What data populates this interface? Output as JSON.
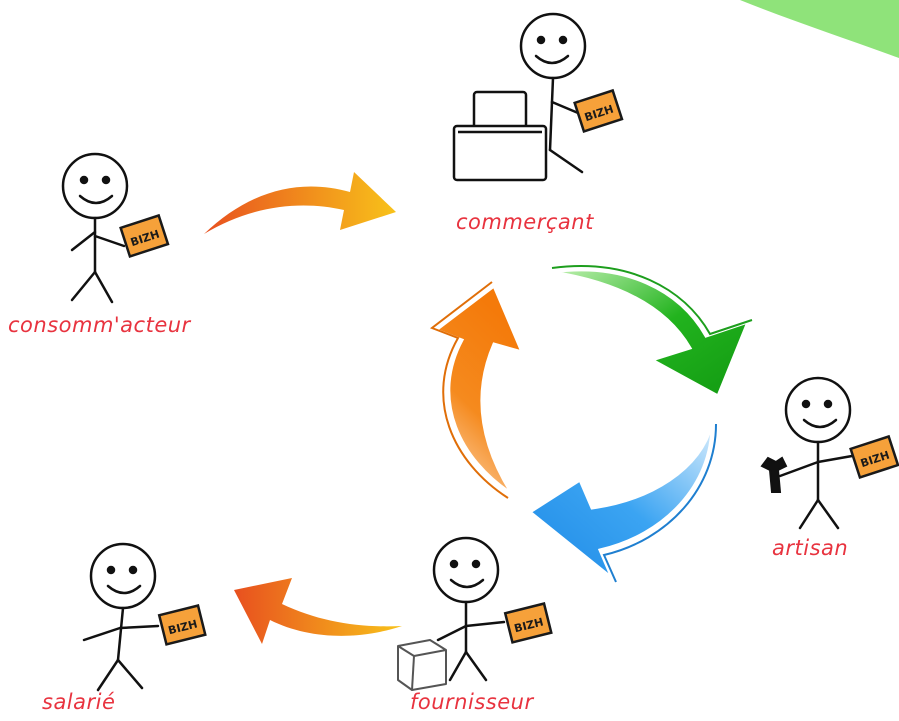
{
  "labels": {
    "commercant": "commerçant",
    "consommacteur": "consomm'acteur",
    "artisan": "artisan",
    "salarie": "salarié",
    "fournisseur": "fournisseur"
  },
  "card_text": "BIZH",
  "colors": {
    "label": "#e8333f",
    "card": "#f6a13a",
    "card_border": "#1a1a1a",
    "ink": "#111111",
    "arrow_green": "#22b31e",
    "arrow_blue": "#2e9cf0",
    "arrow_orange": "#f5820f",
    "arrow_yellow": "#f8c21a",
    "arrow_red_orange": "#e8501f",
    "corner_green": "#8fe37a"
  },
  "icons": [
    "stick-figure",
    "bizh-card",
    "cash-register",
    "wrench",
    "box",
    "curved-arrow"
  ]
}
